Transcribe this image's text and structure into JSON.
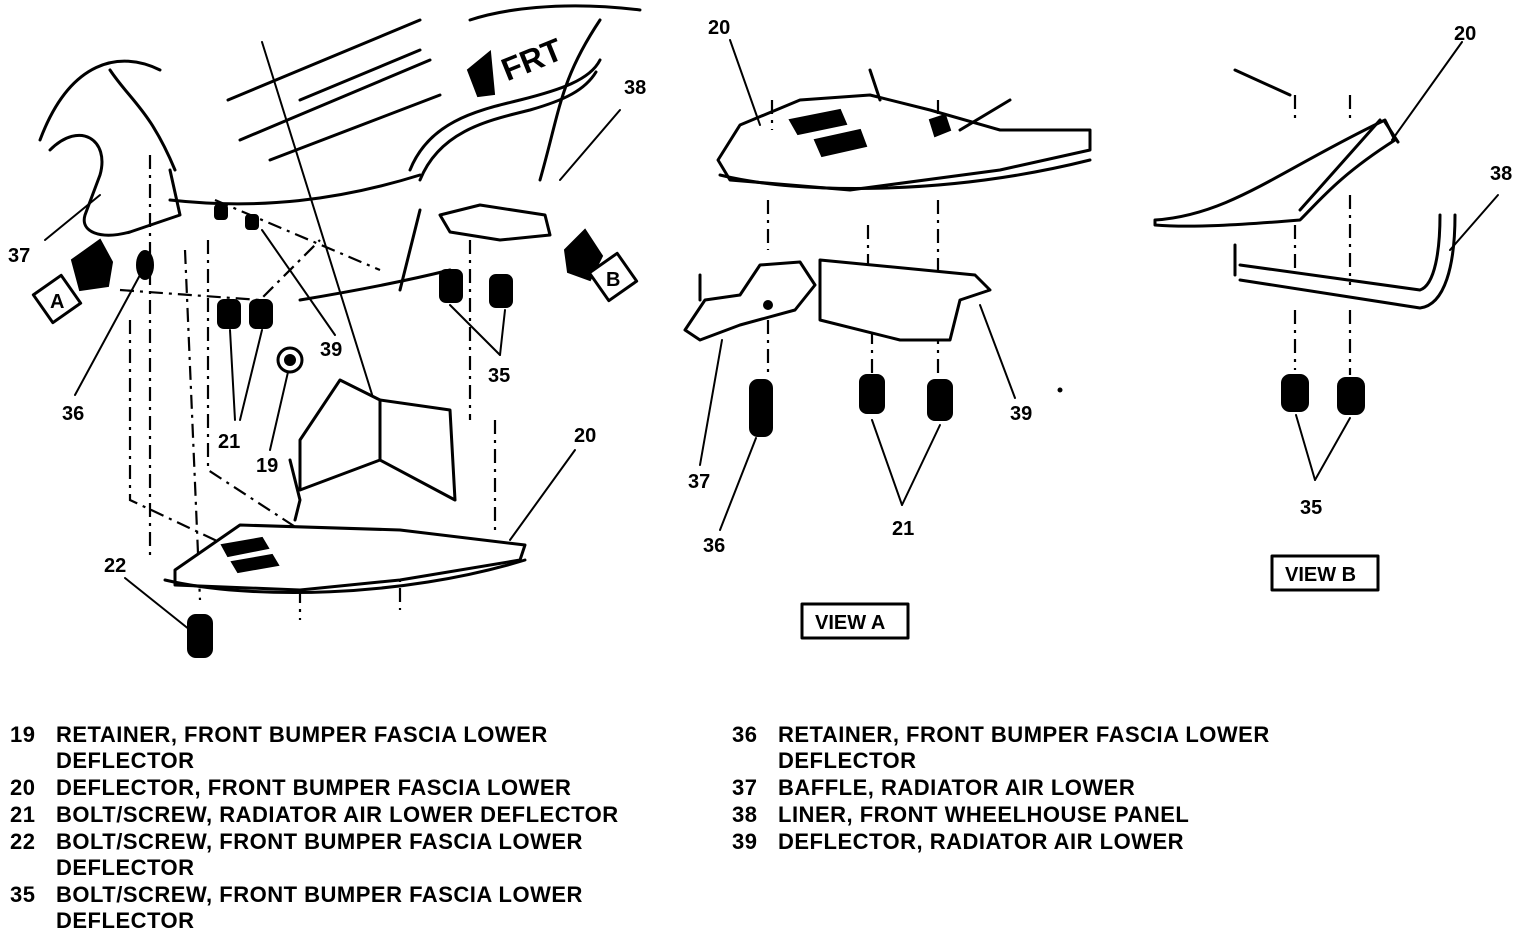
{
  "diagram": {
    "direction_label": "FRT",
    "view_markers": [
      "A",
      "B"
    ],
    "view_titles": {
      "a": "VIEW A",
      "b": "VIEW B"
    },
    "callouts": {
      "main": {
        "c37": "37",
        "c36": "36",
        "c21": "21",
        "c19": "19",
        "c39": "39",
        "c35": "35",
        "c38": "38",
        "c20": "20",
        "c22": "22"
      },
      "view_a": {
        "c20": "20",
        "c37": "37",
        "c36": "36",
        "c21": "21",
        "c39": "39"
      },
      "view_b": {
        "c20": "20",
        "c38": "38",
        "c35": "35"
      }
    }
  },
  "legend": {
    "left": [
      {
        "num": "19",
        "desc": "RETAINER, FRONT BUMPER FASCIA LOWER DEFLECTOR"
      },
      {
        "num": "20",
        "desc": "DEFLECTOR, FRONT BUMPER FASCIA LOWER"
      },
      {
        "num": "21",
        "desc": "BOLT/SCREW, RADIATOR AIR LOWER DEFLECTOR"
      },
      {
        "num": "22",
        "desc": "BOLT/SCREW, FRONT BUMPER FASCIA LOWER DEFLECTOR"
      },
      {
        "num": "35",
        "desc": "BOLT/SCREW, FRONT BUMPER FASCIA LOWER DEFLECTOR"
      }
    ],
    "right": [
      {
        "num": "36",
        "desc": "RETAINER, FRONT BUMPER FASCIA LOWER DEFLECTOR"
      },
      {
        "num": "37",
        "desc": "BAFFLE, RADIATOR AIR LOWER"
      },
      {
        "num": "38",
        "desc": "LINER, FRONT WHEELHOUSE PANEL"
      },
      {
        "num": "39",
        "desc": "DEFLECTOR, RADIATOR AIR LOWER"
      }
    ]
  }
}
